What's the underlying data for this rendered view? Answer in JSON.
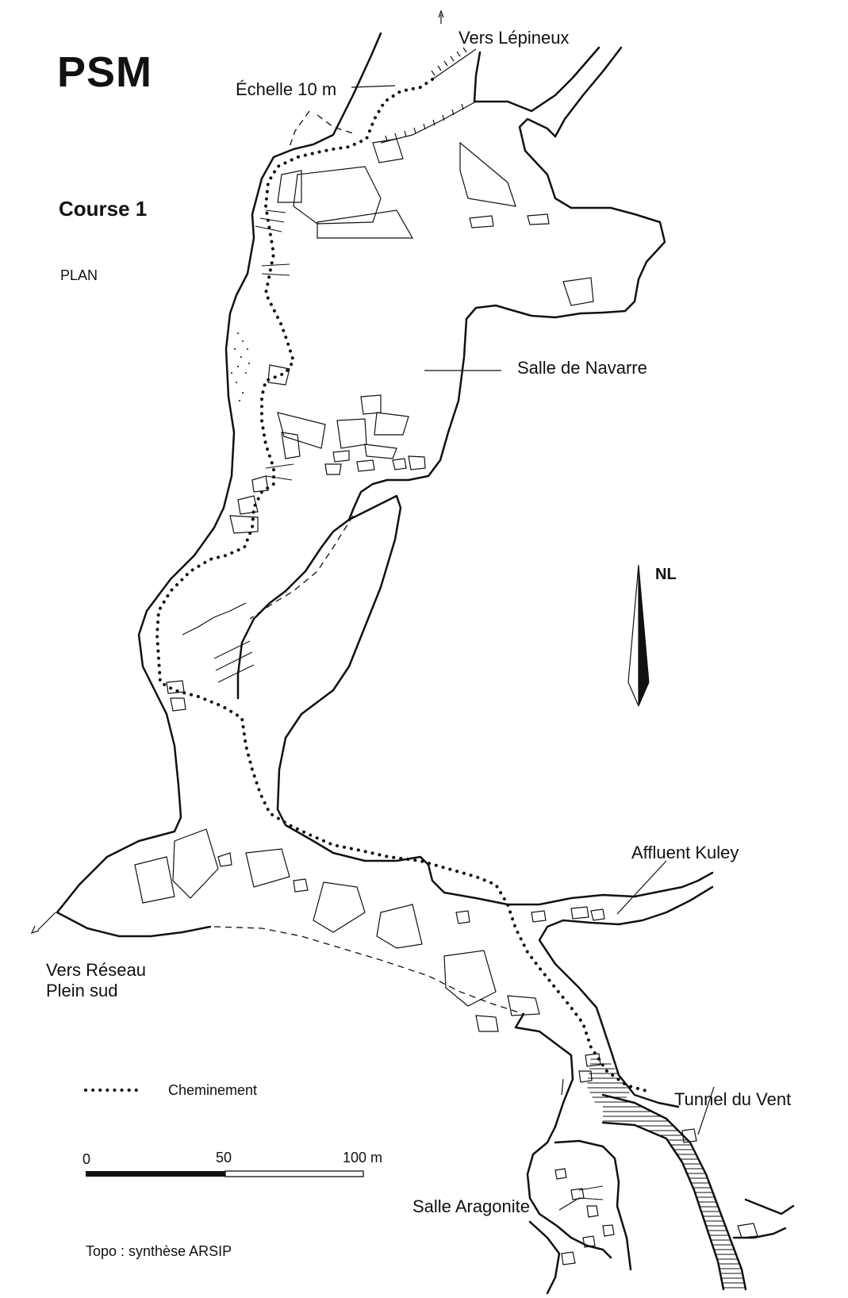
{
  "header": {
    "title": "PSM",
    "subtitle": "Course 1",
    "view": "PLAN"
  },
  "labels": {
    "vers_lepineux": "Vers Lépineux",
    "echelle": "Échelle 10 m",
    "salle_navarre": "Salle de Navarre",
    "affluent_kuley": "Affluent Kuley",
    "vers_reseau_1": "Vers Réseau",
    "vers_reseau_2": "Plein sud",
    "tunnel_du_vent": "Tunnel du Vent",
    "salle_aragonite": "Salle Aragonite"
  },
  "north_arrow": {
    "label": "NL"
  },
  "legend": {
    "route_label": "Cheminement"
  },
  "scale": {
    "ticks": [
      "0",
      "50",
      "100 m"
    ]
  },
  "credit": "Topo : synthèse ARSIP",
  "colors": {
    "ink": "#111111",
    "paper": "#ffffff"
  }
}
